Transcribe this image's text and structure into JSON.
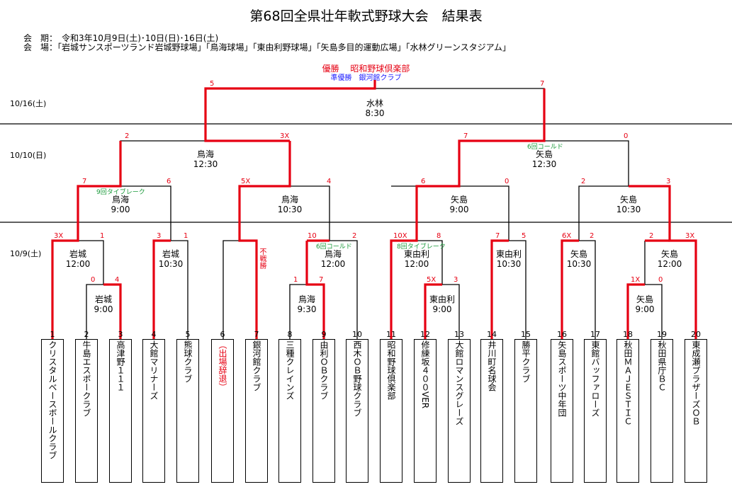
{
  "title": "第68回全県壮年軟式野球大会　結果表",
  "info": {
    "period": "会　期：　令和3年10月9日(土)･10日(日)･16日(土)",
    "venues": "会　場：「岩城サンスポーツランド岩城野球場」「鳥海球場」「東由利野球場」「矢島多目的運動広場」「水林グリーンスタジアム」"
  },
  "winner": "優勝　 昭和野球倶楽部",
  "runner_up": "準優勝　銀河館クラブ",
  "dates": [
    "10/16(土)",
    "10/10(日)",
    "10/9(土)"
  ],
  "teams": [
    {
      "num": "1",
      "name": "クリスタルベースボールクラブ"
    },
    {
      "num": "2",
      "name": "牛島エスポークラブ"
    },
    {
      "num": "3",
      "name": "高津野１１１"
    },
    {
      "num": "4",
      "name": "大館マリナーズ"
    },
    {
      "num": "5",
      "name": "熊球クラブ"
    },
    {
      "num": "6",
      "name": "（出場辞退）"
    },
    {
      "num": "7",
      "name": "銀河館クラブ"
    },
    {
      "num": "8",
      "name": "三種クレインズ"
    },
    {
      "num": "9",
      "name": "由利ＯＢクラブ"
    },
    {
      "num": "10",
      "name": "西木ＯＢ野球クラブ"
    },
    {
      "num": "11",
      "name": "昭和野球倶楽部"
    },
    {
      "num": "12",
      "name": "修練坂４００VER"
    },
    {
      "num": "13",
      "name": "大館ロマンスグレーズ"
    },
    {
      "num": "14",
      "name": "井川町名球会"
    },
    {
      "num": "15",
      "name": "勝平クラブ"
    },
    {
      "num": "16",
      "name": "矢島スポーツ中年団"
    },
    {
      "num": "17",
      "name": "東館バッファローズ"
    },
    {
      "num": "18",
      "name": "秋田ＭＡＪＥＳＴＩＣ"
    },
    {
      "num": "19",
      "name": "秋田県庁ＢＣ"
    },
    {
      "num": "20",
      "name": "東成瀬プラザーズＯＢ"
    }
  ],
  "venues": {
    "final": [
      "水林",
      "8:30"
    ],
    "sf_left": [
      "鳥海",
      "12:30"
    ],
    "sf_right": [
      "矢島",
      "12:30"
    ],
    "qf1": [
      "鳥海",
      "9:00"
    ],
    "qf2": [
      "鳥海",
      "10:30"
    ],
    "qf3": [
      "矢島",
      "9:00"
    ],
    "qf4": [
      "矢島",
      "10:30"
    ],
    "r2a": [
      "岩城",
      "12:00"
    ],
    "r2b": [
      "岩城",
      "10:30"
    ],
    "r2c": [
      "鳥海",
      "12:00"
    ],
    "r2d": [
      "東由利",
      "12:00"
    ],
    "r2e": [
      "東由利",
      "10:30"
    ],
    "r2f": [
      "矢島",
      "10:30"
    ],
    "r2g": [
      "矢島",
      "12:00"
    ],
    "r1a": [
      "岩城",
      "9:00"
    ],
    "r1b": [
      "鳥海",
      "9:30"
    ],
    "r1c": [
      "東由利",
      "9:00"
    ],
    "r1d": [
      "矢島",
      "9:00"
    ]
  },
  "scores": {
    "final_l": "5",
    "final_r": "7",
    "sfl_l": "2",
    "sfl_r": "3X",
    "sfr_l": "7",
    "sfr_r": "0",
    "qf1_l": "7",
    "qf1_r": "6",
    "qf2_l": "5X",
    "qf2_r": "4",
    "qf3_l": "6",
    "qf3_r": "0",
    "qf4_l": "2",
    "qf4_r": "3",
    "r2a_l": "3X",
    "r2a_r": "1",
    "r2b_l": "3",
    "r2b_r": "1",
    "r2c_l": "10",
    "r2c_r": "2",
    "r2d_l": "10X",
    "r2d_r": "8",
    "r2e_l": "7",
    "r2e_r": "5",
    "r2f_l": "6X",
    "r2f_r": "2",
    "r2g_l": "2",
    "r2g_r": "3X",
    "r1a_l": "0",
    "r1a_r": "4",
    "r1b_l": "1",
    "r1b_r": "7",
    "r1c_l": "5X",
    "r1c_r": "3",
    "r1d_l": "1X",
    "r1d_r": "0"
  },
  "notes": {
    "sfr": "6回コールド",
    "qf1": "9回タイブレーク",
    "r2c": "6回コールド",
    "r2d": "8回タイブレーク",
    "forfeit": "不戦勝"
  },
  "colors": {
    "win_line": "#e60012",
    "line": "#000000",
    "note": "#1a9a3a",
    "runner_up": "#1a1aff"
  }
}
